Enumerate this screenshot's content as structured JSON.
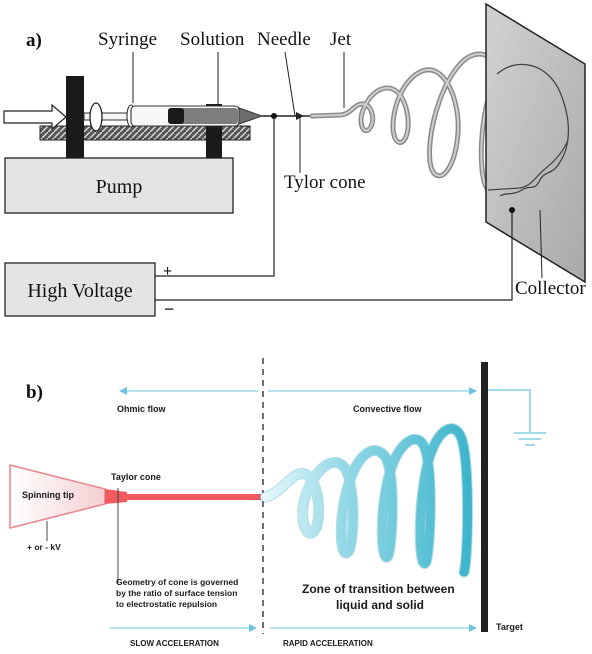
{
  "panel_a": {
    "label": "a)",
    "labels": {
      "syringe": "Syringe",
      "solution": "Solution",
      "needle": "Needle",
      "jet": "Jet",
      "taylor_cone": "Tylor cone",
      "pump": "Pump",
      "high_voltage": "High Voltage",
      "plus": "+",
      "minus": "−",
      "collector": "Collector"
    }
  },
  "panel_b": {
    "label": "b)",
    "labels": {
      "ohmic_flow": "Ohmic flow",
      "convective_flow": "Convective flow",
      "spinning_tip": "Spinning tip",
      "taylor_cone": "Taylor cone",
      "voltage": "+ or - kV",
      "geometry_note": [
        "Geometry of cone is governed",
        "by the ratio of surface tension",
        "to electrostatic repulsion"
      ],
      "transition_zone": [
        "Zone of transition between",
        "liquid and solid"
      ],
      "target": "Target",
      "slow_acceleration": "SLOW ACCELERATION",
      "rapid_acceleration": "RAPID ACCELERATION"
    },
    "colors": {
      "cone_edge": "#e9898e",
      "jet": "#f25a60",
      "spiral": "#5dc6d8",
      "arrow": "#6cc5dd"
    }
  }
}
